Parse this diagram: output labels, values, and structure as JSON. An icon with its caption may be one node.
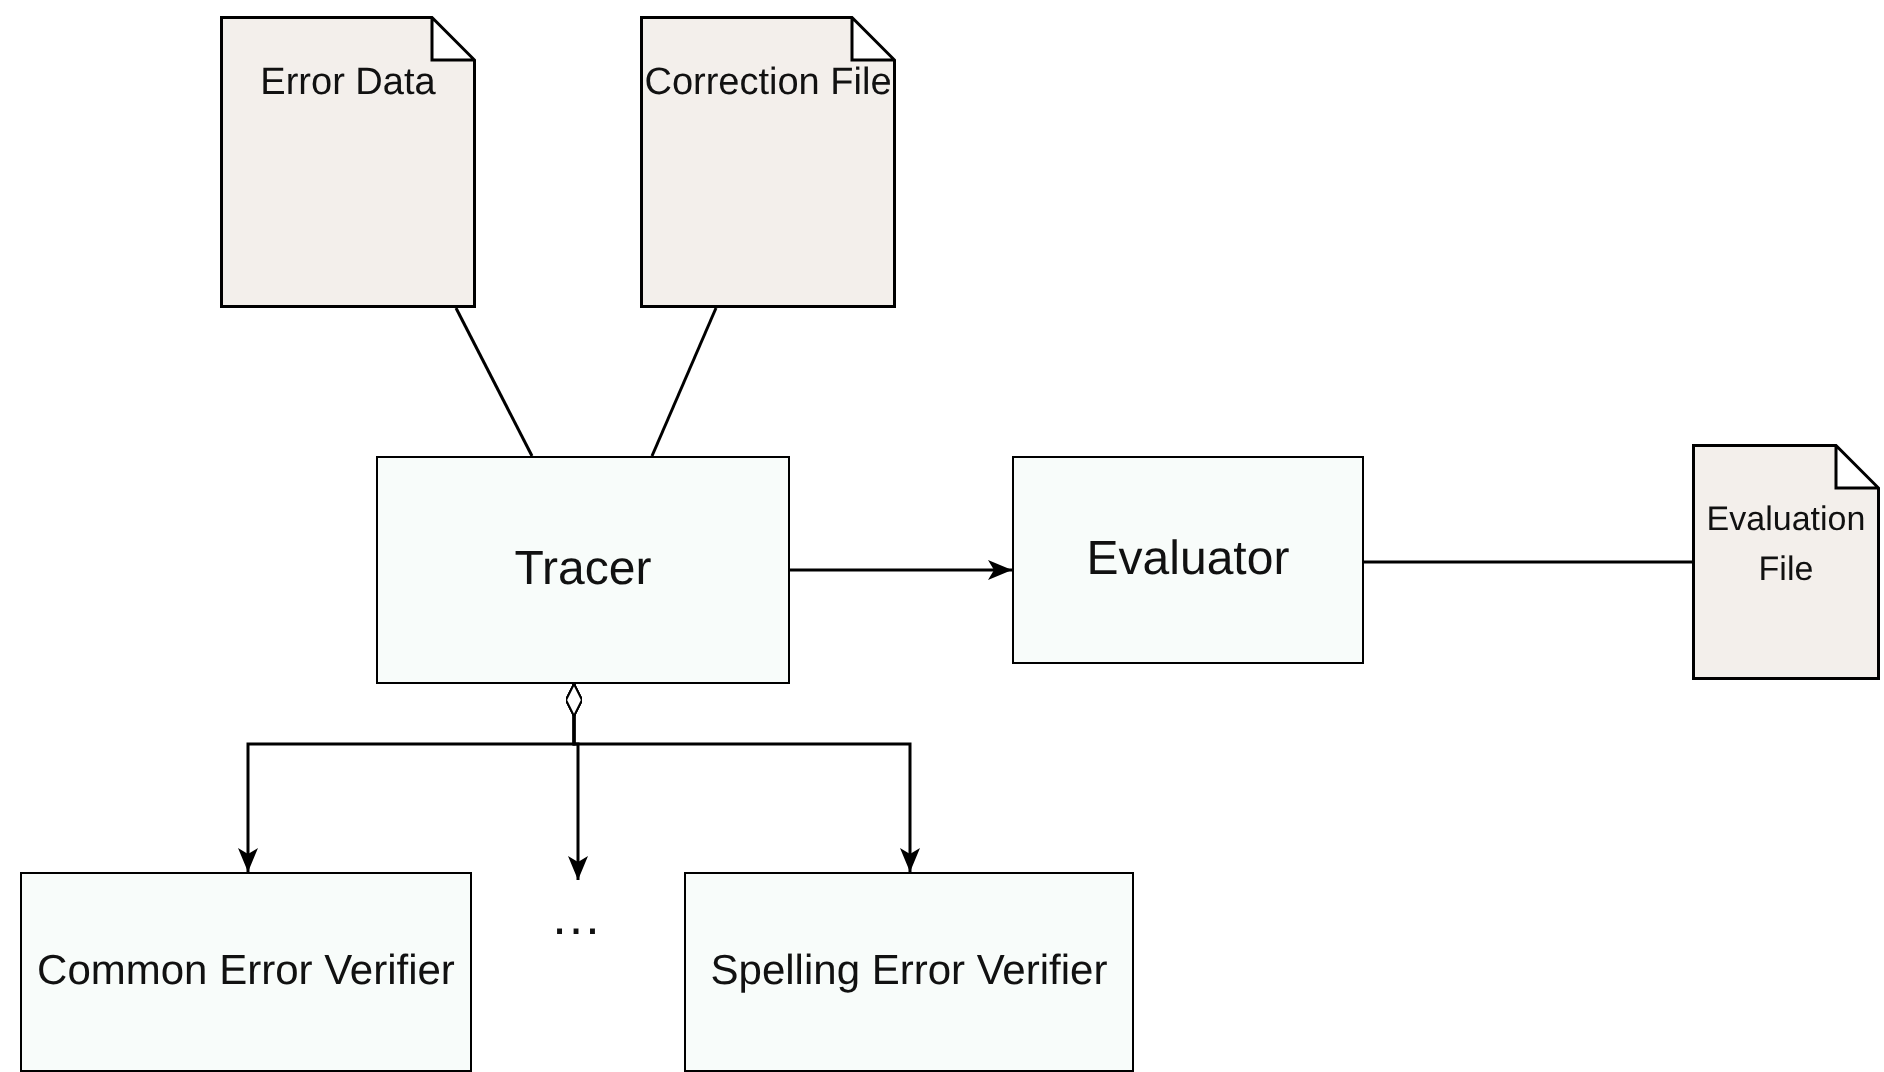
{
  "diagram": {
    "nodes": [
      {
        "text": [
          "Error Data"
        ]
      },
      {
        "text": [
          "Correction File"
        ]
      },
      {
        "text": [
          "Tracer"
        ]
      },
      {
        "text": [
          "Evaluator"
        ]
      },
      {
        "text": [
          "Evaluation File"
        ]
      },
      {
        "text": [
          "Common Error Verifier"
        ]
      },
      {
        "text": [
          "…"
        ]
      },
      {
        "text": [
          "Spelling Error Verifier"
        ]
      }
    ],
    "edges": [
      {
        "from": 0,
        "to": 2,
        "arrow": "none"
      },
      {
        "from": 1,
        "to": 2,
        "arrow": "none"
      },
      {
        "from": 2,
        "to": 3,
        "arrow": "to"
      },
      {
        "from": 3,
        "to": 4,
        "arrow": "none"
      },
      {
        "from": 2,
        "to": 5,
        "arrow": "to"
      },
      {
        "from": 2,
        "to": 6,
        "arrow": "to"
      },
      {
        "from": 2,
        "to": 7,
        "arrow": "to"
      }
    ]
  }
}
